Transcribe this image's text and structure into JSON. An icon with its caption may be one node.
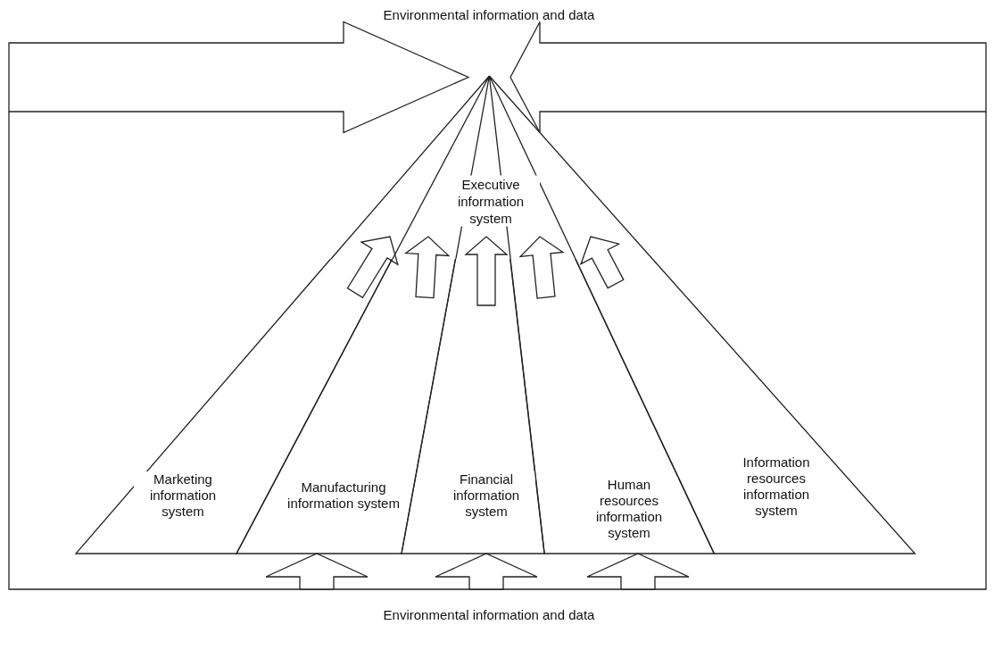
{
  "diagram": {
    "nodes": [
      {
        "text": [
          "Executive information system"
        ]
      },
      {
        "text": [
          "Marketing information system"
        ]
      },
      {
        "text": [
          "Manufacturing information system"
        ]
      },
      {
        "text": [
          "Financial information system"
        ]
      },
      {
        "text": [
          "Human resources information system"
        ]
      },
      {
        "text": [
          "Information resources information system"
        ]
      }
    ],
    "edges": [
      {
        "from": null,
        "to": 0,
        "arrow": "to"
      },
      {
        "from": null,
        "to": 0,
        "arrow": "to"
      },
      {
        "from": 1,
        "to": 0,
        "arrow": "to"
      },
      {
        "from": 2,
        "to": 0,
        "arrow": "to"
      },
      {
        "from": 3,
        "to": 0,
        "arrow": "to"
      },
      {
        "from": 4,
        "to": 0,
        "arrow": "to"
      },
      {
        "from": 5,
        "to": 0,
        "arrow": "to"
      },
      {
        "from": null,
        "to": 2,
        "arrow": "to"
      },
      {
        "from": null,
        "to": 3,
        "arrow": "to"
      },
      {
        "from": null,
        "to": 4,
        "arrow": "to"
      }
    ],
    "labels": [
      "Environmental information and data",
      "Environmental information and data"
    ]
  }
}
